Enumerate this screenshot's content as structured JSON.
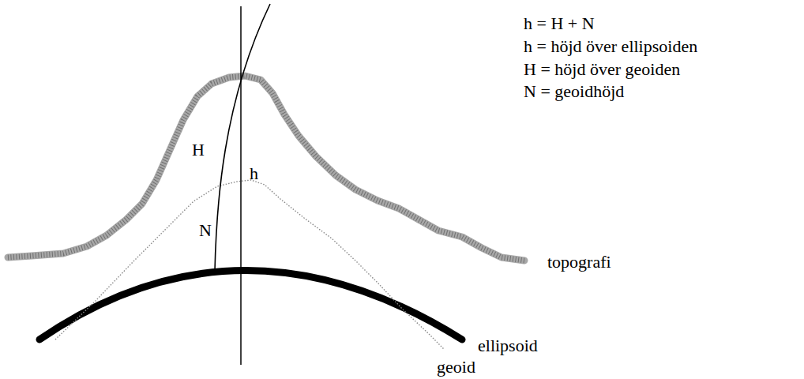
{
  "diagram": {
    "labels": [
      "h = H + N",
      "h = höjd över ellipsoiden",
      "H = höjd över geoiden",
      "N = geoidhöjd",
      "H",
      "h",
      "N",
      "topografi",
      "ellipsoid",
      "geoid"
    ]
  }
}
